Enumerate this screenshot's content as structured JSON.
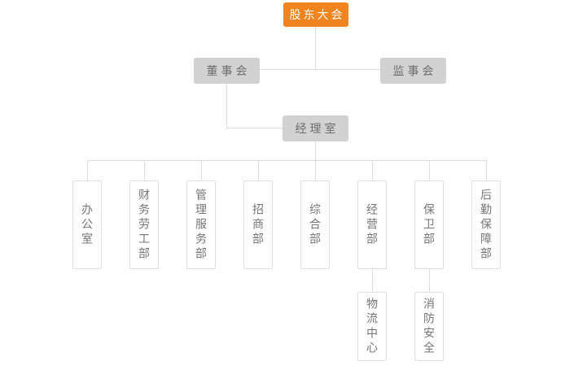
{
  "org": {
    "root": {
      "label": "股东大会"
    },
    "board": {
      "label": "董事会"
    },
    "supervisory_board": {
      "label": "监事会"
    },
    "manager_office": {
      "label": "经理室"
    },
    "departments": [
      {
        "label": "办公室"
      },
      {
        "label": "财务劳工部"
      },
      {
        "label": "管理服务部"
      },
      {
        "label": "招商部"
      },
      {
        "label": "综合部"
      },
      {
        "label": "经营部"
      },
      {
        "label": "保卫部"
      },
      {
        "label": "后勤保障部"
      }
    ],
    "sub_departments": [
      {
        "label": "物流中心",
        "parent": "经营部"
      },
      {
        "label": "消防安全",
        "parent": "保卫部"
      }
    ],
    "colors": {
      "root_fill": "#F0841E",
      "root_text": "#FFFFFF",
      "committee_fill": "#D2D2D2",
      "committee_text": "#6C6C6C",
      "department_border": "#DFDFDF",
      "department_text": "#757575",
      "connector": "#DCDCDC"
    }
  }
}
